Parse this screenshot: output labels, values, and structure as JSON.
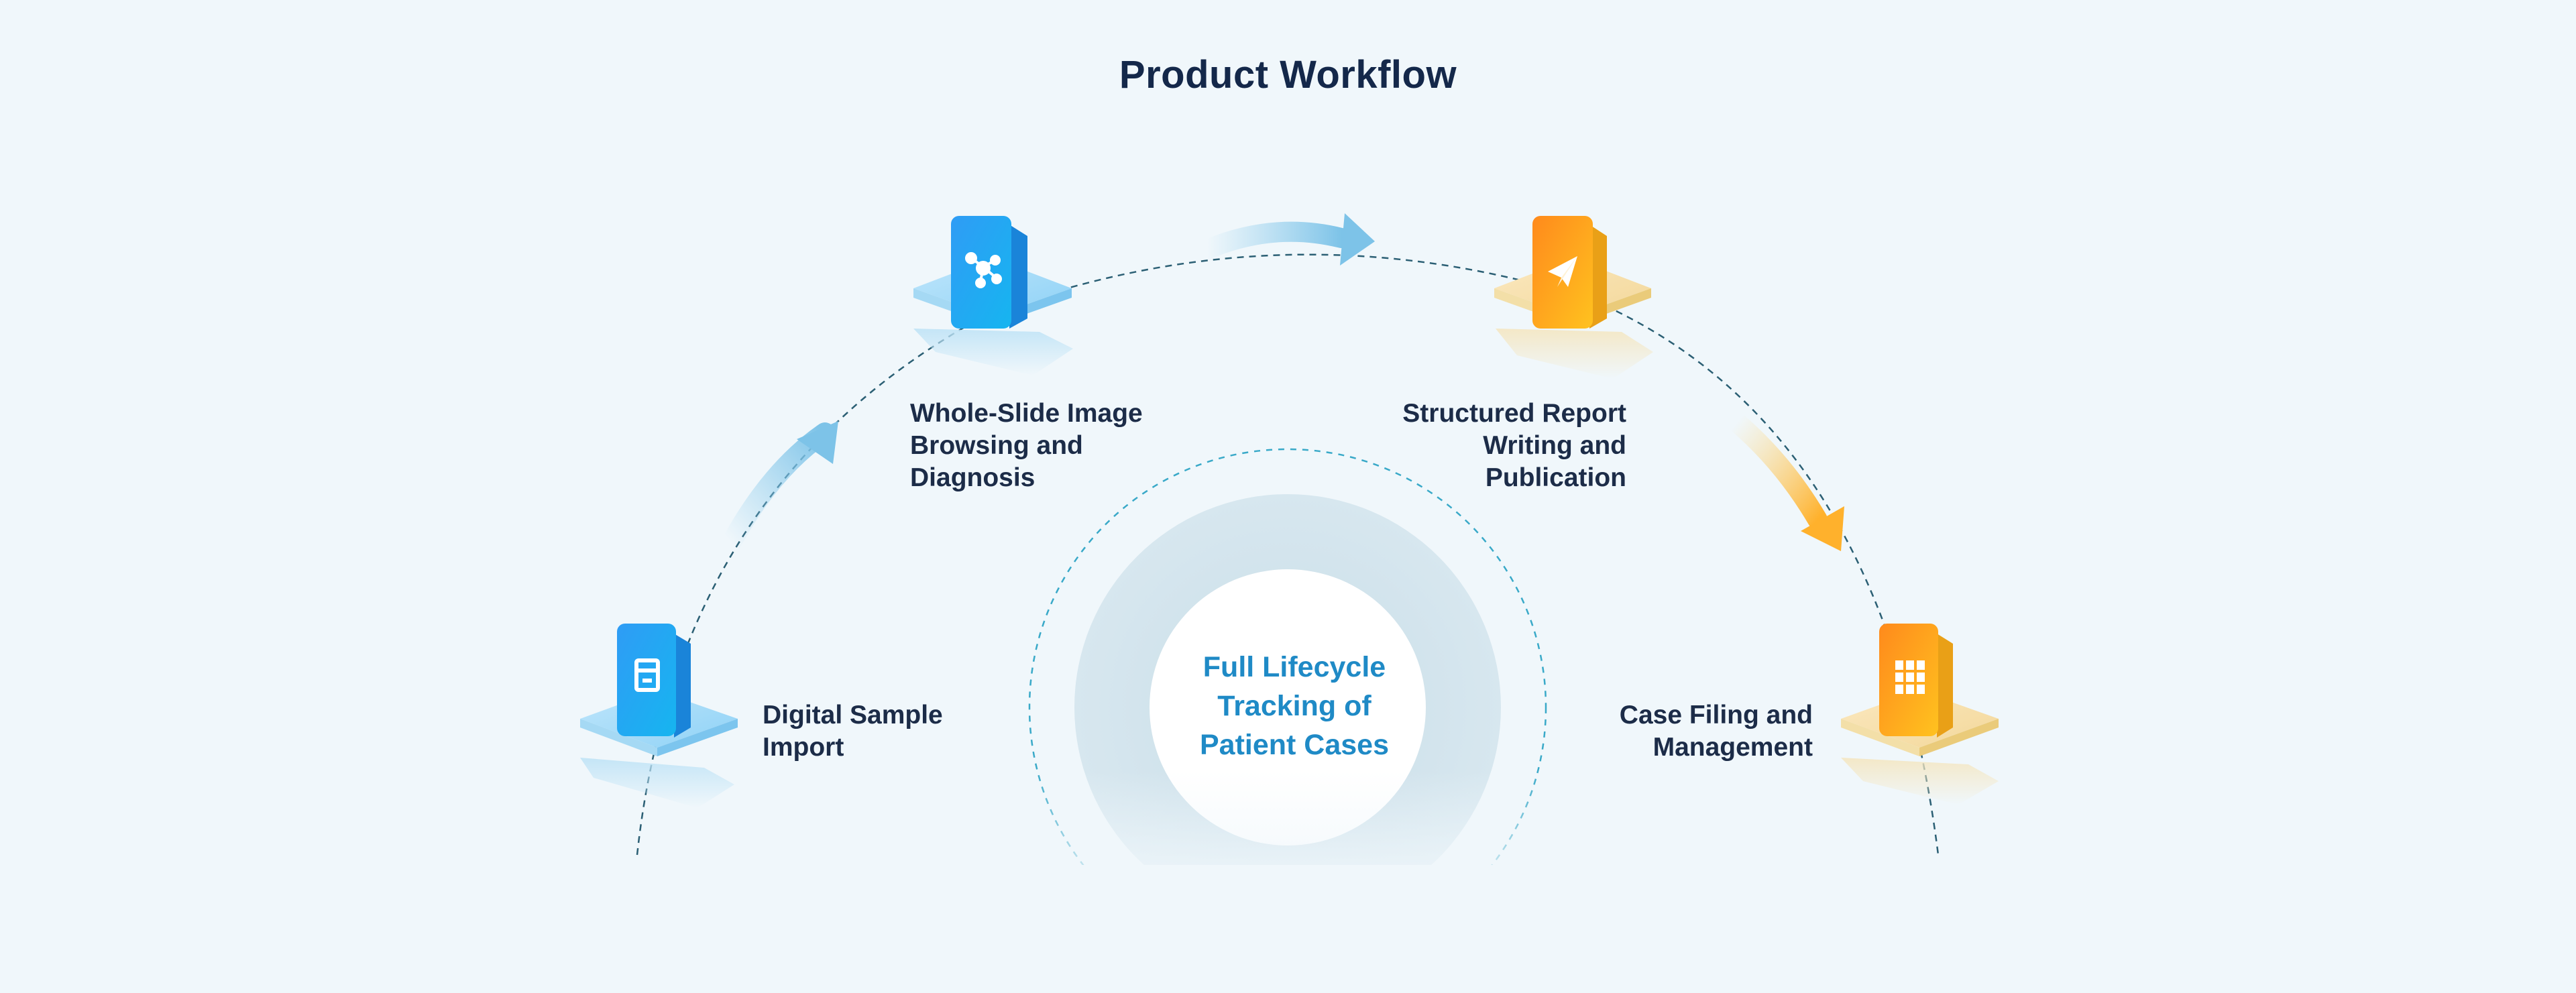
{
  "title": "Product Workflow",
  "center": {
    "lines": [
      "Full Lifecycle",
      "Tracking of",
      "Patient Cases"
    ],
    "color": "#1f8ac6"
  },
  "steps": [
    {
      "id": "digital-sample-import",
      "lines": [
        "Digital Sample",
        "Import"
      ],
      "icon": "sample-box-icon",
      "theme": "blue"
    },
    {
      "id": "whole-slide-image",
      "lines": [
        "Whole-Slide Image",
        "Browsing and",
        "Diagnosis"
      ],
      "icon": "network-nodes-icon",
      "theme": "blue"
    },
    {
      "id": "structured-report",
      "lines": [
        "Structured Report",
        "Writing and",
        "Publication"
      ],
      "icon": "paper-plane-icon",
      "theme": "orange"
    },
    {
      "id": "case-filing",
      "lines": [
        "Case Filing and",
        "Management"
      ],
      "icon": "grid-cabinet-icon",
      "theme": "orange"
    }
  ],
  "colors": {
    "background": "#f0f7fb",
    "title": "#14284a",
    "label": "#1c2c48",
    "blue_accent": "#1aa6f0",
    "orange_accent": "#f7a41c"
  }
}
